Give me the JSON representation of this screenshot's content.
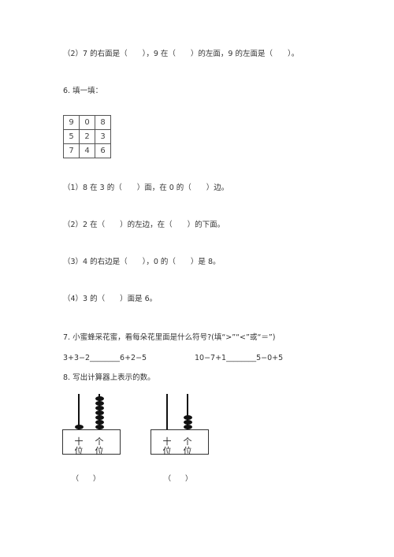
{
  "lines": {
    "q5_2": "（2）7 的右面是（　　），9 在（　　）的左面，9 的左面是（　　）。",
    "q6_title": "6. 填一填：",
    "q6_1": "（1）8 在 3 的（　　）面，在 0 的（　　）边。",
    "q6_2": "（2）2 在（　　）的左边，在（　　）的下面。",
    "q6_3": "（3）4 的右边是（　　），0 的（　　）是 8。",
    "q6_4": "（4）3 的（　　）面是 6。",
    "q7_title": "7. 小蜜蜂采花蜜，看每朵花里面是什么符号?(填“>”“<”或“＝”)",
    "q7_left": "3+3−2________6+2−5",
    "q7_right": "10−7+1________5−0+5",
    "q8_title": "8. 写出计算器上表示的数。"
  },
  "grid": [
    [
      "9",
      "0",
      "8"
    ],
    [
      "5",
      "2",
      "3"
    ],
    [
      "7",
      "4",
      "6"
    ]
  ],
  "abacus": [
    {
      "tens_label": [
        "十",
        "位"
      ],
      "ones_label": [
        "个",
        "位"
      ],
      "tens_beads": 1,
      "ones_beads": 7,
      "answer": "（　　）"
    },
    {
      "tens_label": [
        "十",
        "位"
      ],
      "ones_label": [
        "个",
        "位"
      ],
      "tens_beads": 0,
      "ones_beads": 3,
      "answer": "（　　）"
    }
  ],
  "colors": {
    "ink": "#333333",
    "bead": "#111111"
  }
}
